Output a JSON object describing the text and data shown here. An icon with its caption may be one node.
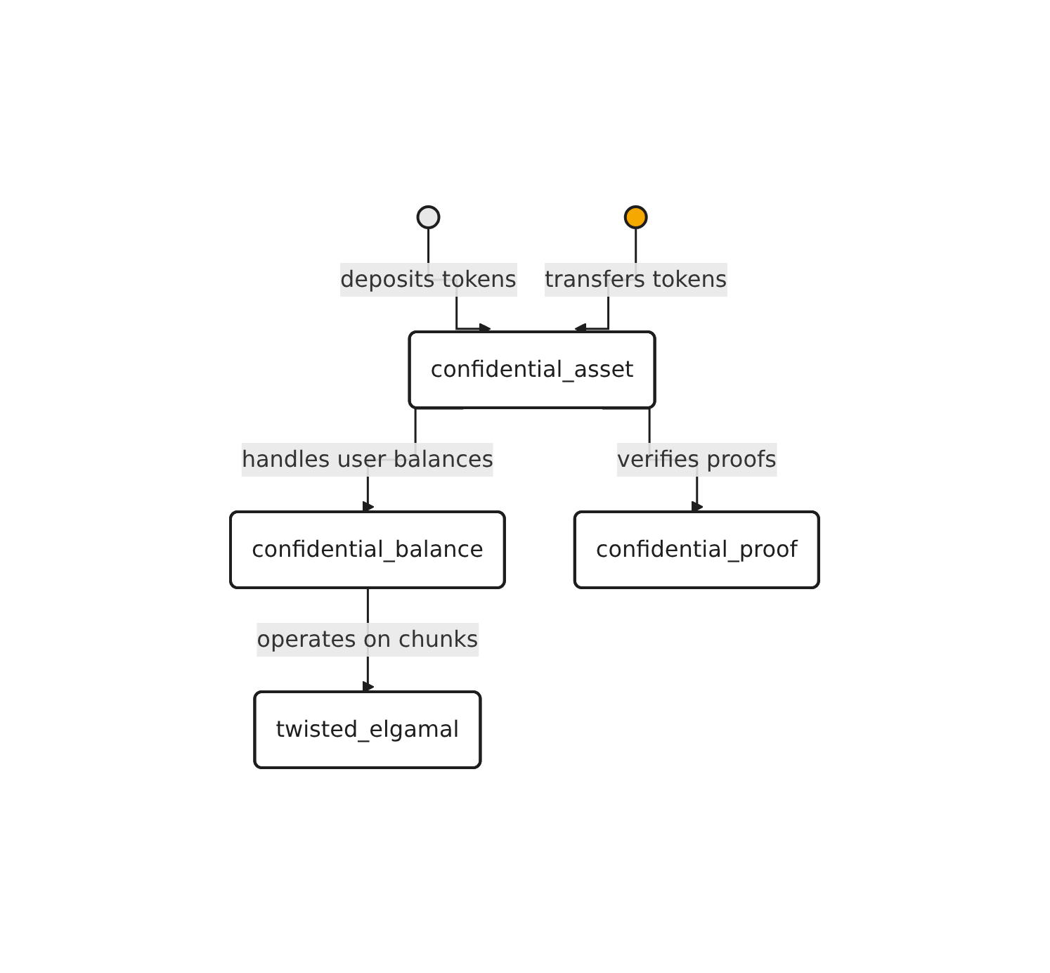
{
  "diagram": {
    "nodes": [
      {
        "text": [],
        "shape": "person"
      },
      {
        "text": [],
        "shape": "person"
      },
      {
        "text": [
          "confidential_asset"
        ]
      },
      {
        "text": [
          "confidential_balance"
        ]
      },
      {
        "text": [
          "confidential_proof"
        ]
      },
      {
        "text": [
          "twisted_elgamal"
        ]
      }
    ],
    "edges": [
      {
        "from": 0,
        "to": 2,
        "arrow": "to",
        "label": "deposits tokens"
      },
      {
        "from": 1,
        "to": 2,
        "arrow": "to",
        "label": "transfers tokens"
      },
      {
        "from": 2,
        "to": 3,
        "arrow": "to",
        "label": "handles user balances"
      },
      {
        "from": 2,
        "to": 4,
        "arrow": "to",
        "label": "verifies proofs"
      },
      {
        "from": 3,
        "to": 5,
        "arrow": "to",
        "label": "operates on chunks"
      }
    ]
  }
}
